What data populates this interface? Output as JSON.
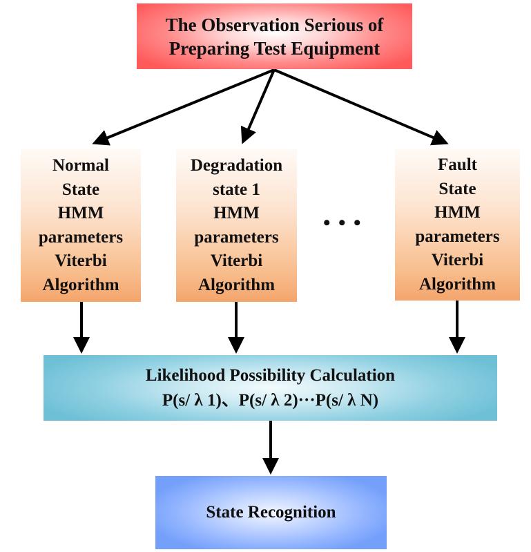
{
  "diagram": {
    "top": {
      "lines": [
        "The Observation Serious of",
        "Preparing Test Equipment"
      ],
      "color": "#ff5a5a"
    },
    "states": [
      {
        "lines": [
          "Normal",
          "State",
          "HMM",
          "parameters",
          "Viterbi",
          "Algorithm"
        ]
      },
      {
        "lines": [
          "Degradation",
          "state 1",
          "HMM",
          "parameters",
          "Viterbi",
          "Algorithm"
        ]
      },
      {
        "lines": [
          "Fault",
          "State",
          "HMM",
          "parameters",
          "Viterbi",
          "Algorithm"
        ]
      }
    ],
    "state_color": "#f4a56c",
    "ellipsis": "• • •",
    "calculation": {
      "lines": [
        "Likelihood Possibility Calculation",
        "P(s/ λ 1)、P(s/ λ 2)···P(s/ λ N)"
      ],
      "color": "#6ec0d6"
    },
    "result": {
      "label": "State Recognition",
      "color": "#74a0fb"
    },
    "edges": [
      {
        "from": "top",
        "to": "normal-state"
      },
      {
        "from": "top",
        "to": "degradation-state-1"
      },
      {
        "from": "top",
        "to": "fault-state"
      },
      {
        "from": "normal-state",
        "to": "likelihood-calculation"
      },
      {
        "from": "degradation-state-1",
        "to": "likelihood-calculation"
      },
      {
        "from": "fault-state",
        "to": "likelihood-calculation"
      },
      {
        "from": "likelihood-calculation",
        "to": "state-recognition"
      }
    ]
  }
}
